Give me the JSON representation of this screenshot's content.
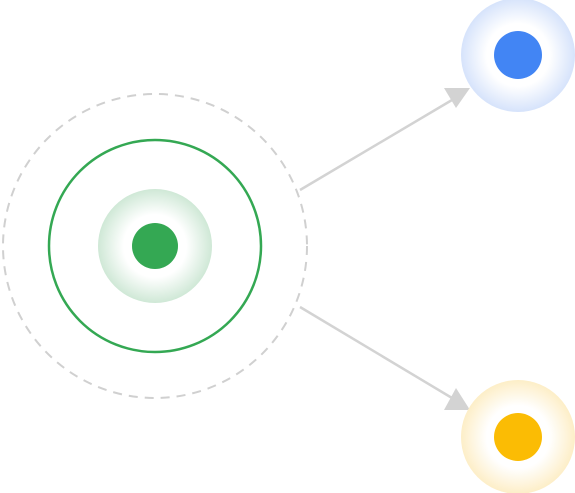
{
  "diagram": {
    "source": {
      "name": "source-node",
      "color": "#34a853",
      "ring_color": "#34a853",
      "halo_color": "#cfe8d6",
      "dashed_boundary_color": "#d0d0d0"
    },
    "targets": [
      {
        "name": "target-blue",
        "color": "#4285f4",
        "halo_color": "#d6e3fb"
      },
      {
        "name": "target-yellow",
        "color": "#fbbc04",
        "halo_color": "#fdeec7"
      }
    ],
    "connector_color": "#d3d3d3"
  }
}
